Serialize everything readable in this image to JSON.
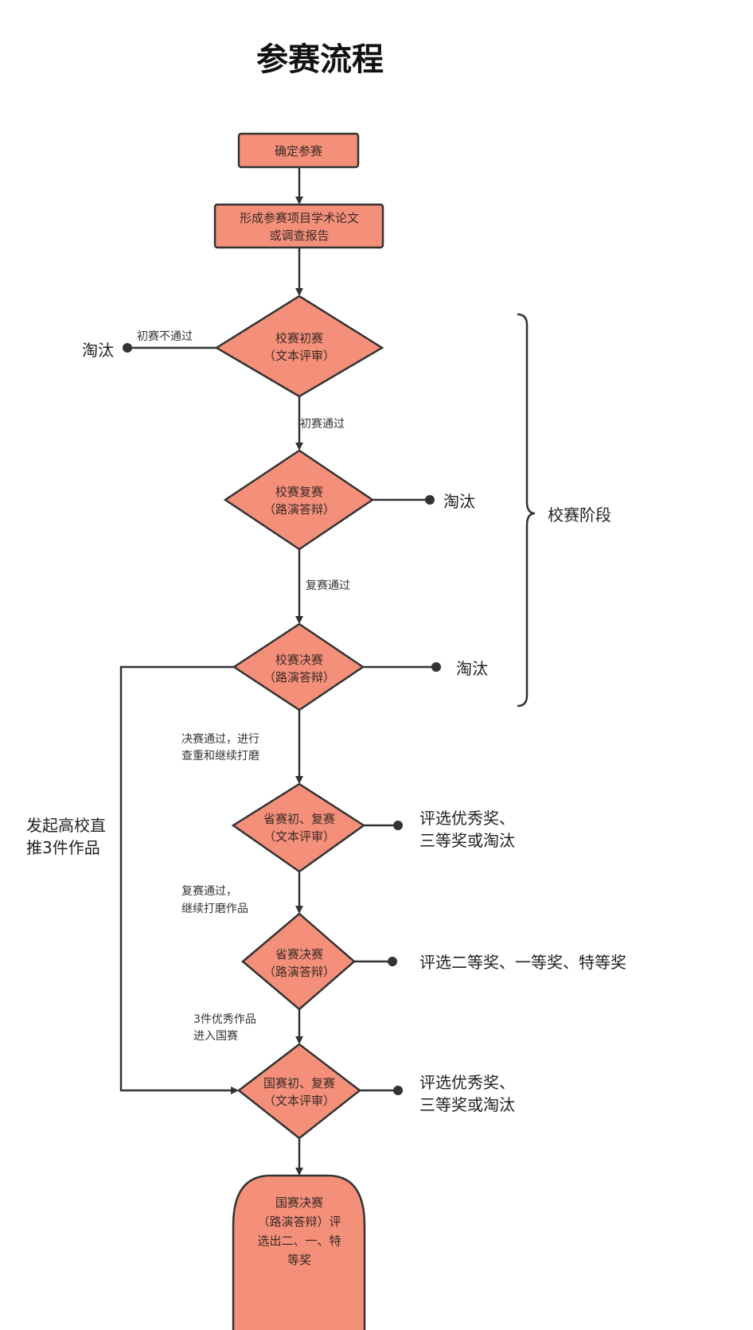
{
  "title": "参赛流程",
  "colors": {
    "node_fill": "#F4907A",
    "stroke": "#333333"
  },
  "nodes": {
    "start": "确定参赛",
    "paper": [
      "形成参赛项目学术论文",
      "或调查报告"
    ],
    "school_prelim": [
      "校赛初赛",
      "（文本评审）"
    ],
    "school_semi": [
      "校赛复赛",
      "（路演答辩）"
    ],
    "school_final": [
      "校赛决赛",
      "（路演答辩）"
    ],
    "prov_prelim": [
      "省赛初、复赛",
      "（文本评审）"
    ],
    "prov_final": [
      "省赛决赛",
      "（路演答辩）"
    ],
    "nat_prelim": [
      "国赛初、复赛",
      "（文本评审）"
    ],
    "nat_final": [
      "国赛决赛",
      "（路演答辩）评",
      "选出二、一、特",
      "等奖"
    ]
  },
  "edge_labels": {
    "prelim_fail": "初赛不通过",
    "prelim_pass": "初赛通过",
    "semi_pass": "复赛通过",
    "final_pass": [
      "决赛通过，进行",
      "查重和继续打磨"
    ],
    "prov_semi_pass": [
      "复赛通过，",
      "继续打磨作品"
    ],
    "to_national": [
      "3件优秀作品",
      "进入国赛"
    ],
    "direct": [
      "发起高校直",
      "推3件作品"
    ]
  },
  "outcomes": {
    "eliminated_1": "淘汰",
    "eliminated_2": "淘汰",
    "eliminated_3": "淘汰",
    "prov_prelim": [
      "评选优秀奖、",
      "三等奖或淘汰"
    ],
    "prov_final": "评选二等奖、一等奖、特等奖",
    "nat_prelim": [
      "评选优秀奖、",
      "三等奖或淘汰"
    ]
  },
  "stage_label": "校赛阶段"
}
